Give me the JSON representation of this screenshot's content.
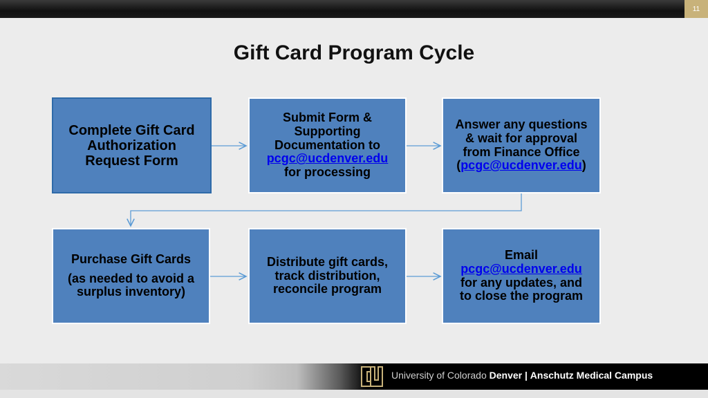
{
  "page_number": "11",
  "title": "Gift Card Program Cycle",
  "steps": [
    {
      "lines": [
        "Complete Gift Card",
        "Authorization",
        "Request Form"
      ]
    },
    {
      "lines": [
        "Submit Form &",
        "Supporting",
        "Documentation to"
      ],
      "link": "pcgc@ucdenver.edu",
      "after": "for processing"
    },
    {
      "lines": [
        "Answer any questions",
        "& wait for approval",
        "from Finance Office"
      ],
      "link_prefix": "(",
      "link": "pcgc@ucdenver.edu",
      "link_suffix": ")"
    },
    {
      "line1": "Purchase Gift Cards",
      "line2": "(as needed to avoid a",
      "line3": "surplus inventory)"
    },
    {
      "lines": [
        "Distribute gift cards,",
        "track distribution,",
        "reconcile program"
      ]
    },
    {
      "line1": "Email",
      "link": "pcgc@ucdenver.edu",
      "line3": "for any updates, and",
      "line4": "to close the program"
    }
  ],
  "footer": {
    "university": "University of Colorado",
    "campus": "Denver",
    "separator": "|",
    "campus2": "Anschutz Medical Campus"
  },
  "colors": {
    "box": "#4f81bd",
    "arrow": "#5b9bd5",
    "link": "#0000ee"
  }
}
